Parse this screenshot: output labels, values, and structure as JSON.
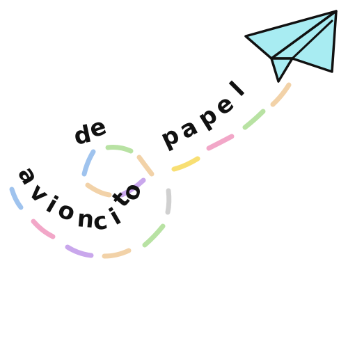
{
  "illustration": {
    "words": [
      {
        "id": "word-avioncito",
        "text": "avioncito"
      },
      {
        "id": "word-de",
        "text": "de"
      },
      {
        "id": "word-papel",
        "text": "papel"
      }
    ],
    "trail_colors": {
      "blue": "#9fc3ee",
      "pink": "#f2a7c8",
      "purple": "#c9a7ec",
      "peach": "#f2d2a8",
      "green": "#b8e2a3",
      "yellow": "#f8df73",
      "gray": "#d0d0d0"
    },
    "plane": {
      "icon": "paper-plane-icon",
      "fill_color": "#a8ecf2",
      "outline_color": "#111111"
    }
  }
}
